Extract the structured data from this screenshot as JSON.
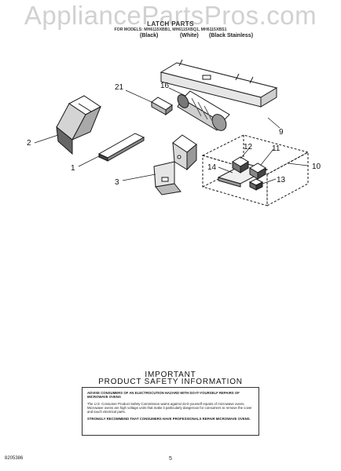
{
  "watermark": "AppliancePartsPros.com",
  "header": {
    "title": "LATCH PARTS",
    "models": "FOR MODELS: MH6115XBB1, MH6115XBQ1, MH6115XBS1",
    "variants": [
      "(Black)",
      "(White)",
      "(Black Stainless)"
    ]
  },
  "callouts": [
    "21",
    "16",
    "9",
    "2",
    "1",
    "3",
    "12",
    "11",
    "14",
    "10",
    "13"
  ],
  "safety": {
    "heading_line1": "IMPORTANT",
    "heading_line2": "PRODUCT SAFETY INFORMATION",
    "paragraph1": "ADVISE CONSUMERS OF AN ELECTROCUTION HAZARD WITH DO-IT-YOURSELF REPAIRS OF MICROWAVE OVENS",
    "paragraph2": "The U.S. Consumer Product Safety Commission warns against do-it-yourself repairs of microwave ovens. Microwave ovens are high voltage units that make it particularly dangerous for consumers to remove the cover and touch electrical parts.",
    "paragraph3": "STRONGLY RECOMMEND THAT CONSUMERS HAVE PROFESSIONALS REPAIR MICROWAVE OVENS."
  },
  "footer": {
    "doc_number": "8205386",
    "page_number": "5"
  },
  "colors": {
    "line": "#1a1a1a",
    "shade": "#555555",
    "watermark": "#c9c9c9"
  }
}
